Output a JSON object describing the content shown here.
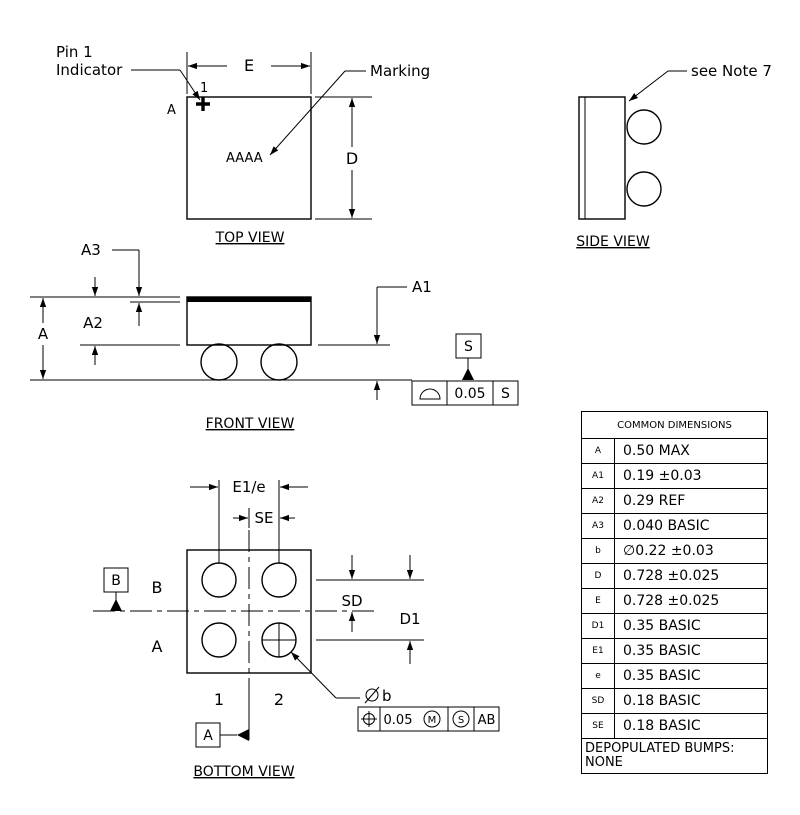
{
  "top_view": {
    "title": "TOP VIEW",
    "pin1_label_line1": "Pin 1",
    "pin1_label_line2": "Indicator",
    "marking_label": "Marking",
    "marking_text": "AAAA",
    "dim_e": "E",
    "dim_d": "D",
    "pin_number": "1",
    "row_label": "A"
  },
  "side_view": {
    "title": "SIDE VIEW",
    "note_label": "see Note 7"
  },
  "front_view": {
    "title": "FRONT VIEW",
    "dim_a3": "A3",
    "dim_a": "A",
    "dim_a2": "A2",
    "dim_a1": "A1",
    "datum_s": "S",
    "fcf": {
      "tolerance": "0.05",
      "datum": "S"
    }
  },
  "bottom_view": {
    "title": "BOTTOM VIEW",
    "dim_e1e": "E1/e",
    "dim_se": "SE",
    "dim_sd": "SD",
    "dim_d1": "D1",
    "row_b": "B",
    "row_a": "A",
    "col_1": "1",
    "col_2": "2",
    "datum_b": "B",
    "datum_a": "A",
    "ball_dia": "b",
    "fcf": {
      "tolerance": "0.05",
      "mod1": "M",
      "mod2": "S",
      "datums": "AB"
    }
  },
  "dimensions_table": {
    "header": "COMMON DIMENSIONS",
    "rows": [
      {
        "symbol": "A",
        "value": "0.50 MAX"
      },
      {
        "symbol": "A1",
        "value": "0.19 ±0.03"
      },
      {
        "symbol": "A2",
        "value": "0.29 REF"
      },
      {
        "symbol": "A3",
        "value": "0.040 BASIC"
      },
      {
        "symbol": "b",
        "value": "∅0.22 ±0.03"
      },
      {
        "symbol": "D",
        "value": "0.728 ±0.025"
      },
      {
        "symbol": "E",
        "value": "0.728 ±0.025"
      },
      {
        "symbol": "D1",
        "value": "0.35 BASIC"
      },
      {
        "symbol": "E1",
        "value": "0.35 BASIC"
      },
      {
        "symbol": "e",
        "value": "0.35 BASIC"
      },
      {
        "symbol": "SD",
        "value": "0.18 BASIC"
      },
      {
        "symbol": "SE",
        "value": "0.18 BASIC"
      }
    ],
    "footer": "DEPOPULATED BUMPS: NONE"
  }
}
